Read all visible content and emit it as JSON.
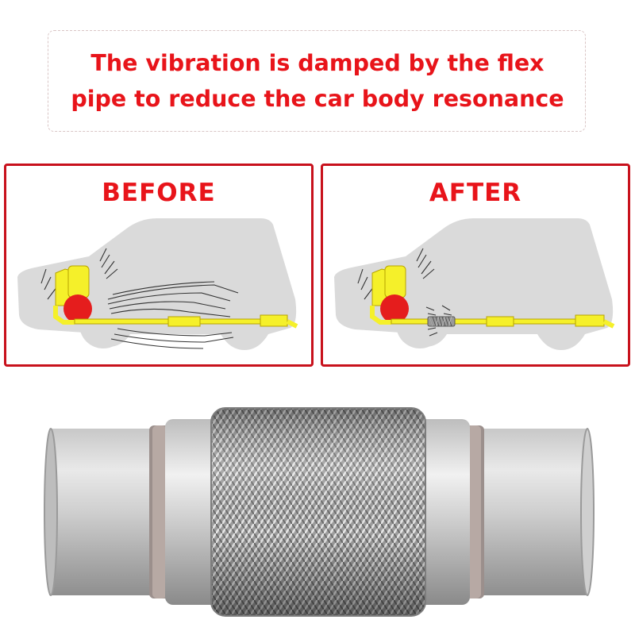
{
  "headline": {
    "line1": "The vibration is damped by the flex",
    "line2": "pipe to reduce the car body resonance"
  },
  "panels": {
    "before": {
      "title": "BEFORE"
    },
    "after": {
      "title": "AFTER"
    }
  },
  "colors": {
    "headline_red": "#e8141a",
    "panel_border": "#c8111c",
    "car_body": "#dadada",
    "exhaust_yellow": "#f5f02a",
    "engine_red": "#e51d1d",
    "pipe_steel": "#d4d4d4"
  },
  "icons": {
    "car": "car-silhouette-icon",
    "engine": "engine-icon",
    "vibration": "vibration-lines-icon",
    "flex_pipe": "flex-pipe-icon"
  }
}
